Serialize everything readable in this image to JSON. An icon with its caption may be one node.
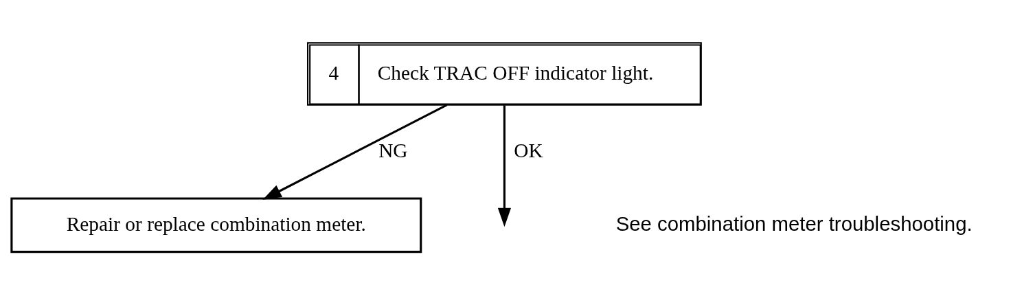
{
  "diagram": {
    "nodes": [
      {
        "text": [
          "4",
          "Check TRAC OFF indicator light."
        ]
      },
      {
        "text": [
          "Repair or replace combination meter."
        ]
      }
    ],
    "edges": [
      {
        "from": 0,
        "to": 1,
        "arrow": "to",
        "label": "NG"
      },
      {
        "from": 0,
        "to": null,
        "arrow": "to",
        "label": "OK"
      }
    ],
    "labels": [
      "See combination meter troubleshooting."
    ]
  }
}
